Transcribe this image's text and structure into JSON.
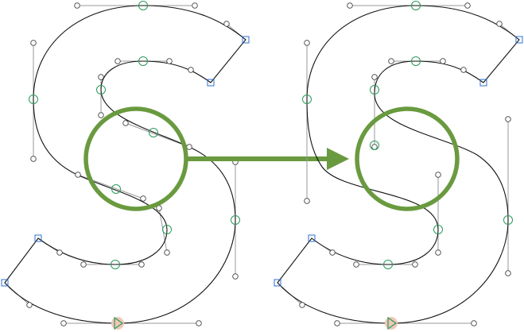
{
  "colors": {
    "highlight": "#6a9a3f",
    "outline": "#111111",
    "handle": "#9a9a9a",
    "smooth_node": "#2a9a5a",
    "corner_node": "#2f6fd0",
    "start_marker_fill": "#f0c8b8",
    "start_marker_stroke": "#2a9a5a"
  },
  "icons": {
    "focus": "circle-highlight-icon",
    "direction": "right-arrow-icon",
    "start": "start-point-triangle-icon"
  },
  "diagram": {
    "panels": [
      {
        "name": "before",
        "description_shown": false
      },
      {
        "name": "after",
        "description_shown": false
      }
    ],
    "annotations": [
      "focus-circle-before",
      "transform-arrow",
      "focus-circle-after"
    ]
  }
}
